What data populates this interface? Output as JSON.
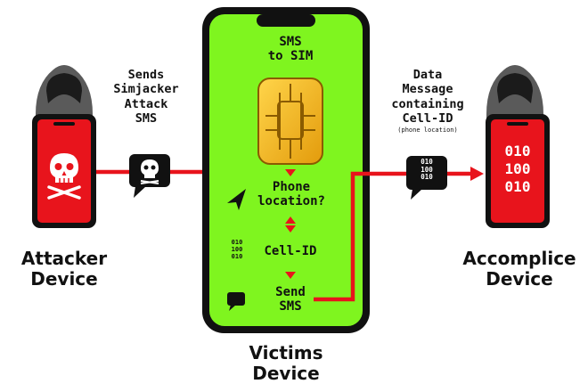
{
  "attacker": {
    "caption_line1": "Sends",
    "caption_line2": "Simjacker",
    "caption_line3": "Attack",
    "caption_line4": "SMS",
    "label_line1": "Attacker",
    "label_line2": "Device"
  },
  "victim": {
    "step_sms_line1": "SMS",
    "step_sms_line2": "to SIM",
    "step_location_line1": "Phone",
    "step_location_line2": "location?",
    "step_cellid": "Cell-ID",
    "step_send_line1": "Send",
    "step_send_line2": "SMS",
    "binary_line1": "010",
    "binary_line2": "100",
    "binary_line3": "010",
    "label_line1": "Victims",
    "label_line2": "Device"
  },
  "message": {
    "caption_line1": "Data",
    "caption_line2": "Message",
    "caption_line3": "containing",
    "caption_line4": "Cell-ID",
    "caption_note": "(phone location)",
    "bubble_line1": "010",
    "bubble_line2": "100",
    "bubble_line3": "010"
  },
  "accomplice": {
    "screen_line1": "010",
    "screen_line2": "100",
    "screen_line3": "010",
    "label_line1": "Accomplice",
    "label_line2": "Device"
  },
  "colors": {
    "red": "#e8141c",
    "green": "#7ff51f",
    "black": "#111111",
    "hood": "#5a5a5a",
    "sim_gold": "#f2b515"
  }
}
